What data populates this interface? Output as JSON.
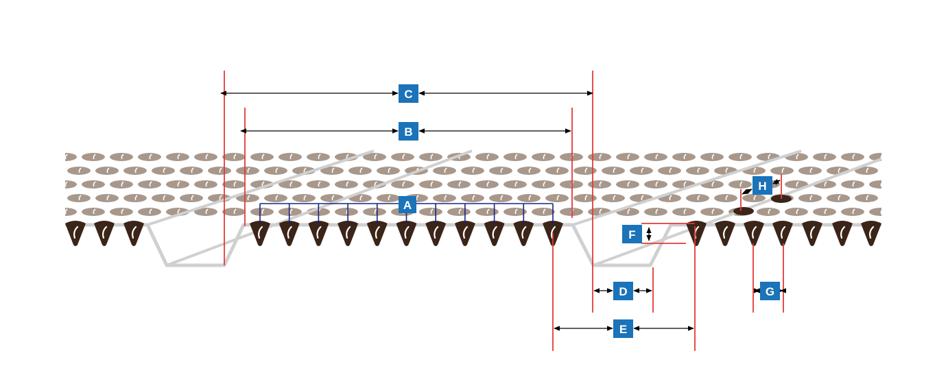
{
  "colors": {
    "background": "#ffffff",
    "row_gray": "#d0d0d0",
    "hole": "#a8988c",
    "hole_dark": "#3b2418",
    "seed": "#3b2418",
    "seed_highlight": "#ffffff",
    "measure_red": "#e53935",
    "dimension_black": "#000000",
    "bracket_blue": "#1a237e",
    "label_blue": "#1b73b9",
    "label_text": "#ffffff"
  },
  "labels": {
    "A": "A",
    "B": "B",
    "C": "C",
    "D": "D",
    "E": "E",
    "F": "F",
    "G": "G",
    "H": "H"
  },
  "icons": {
    "seed": "seed-icon",
    "hole": "hole-icon",
    "arrow": "arrowhead-icon"
  }
}
